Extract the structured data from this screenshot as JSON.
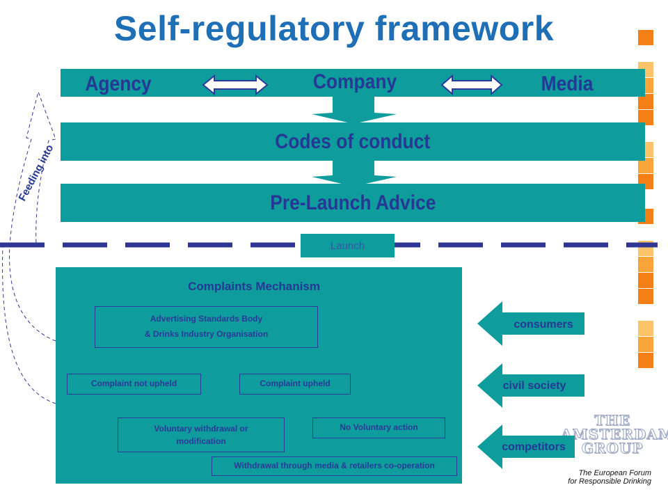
{
  "title": "Self-regulatory framework",
  "top_row": {
    "agency": "Agency",
    "company": "Company",
    "media": "Media"
  },
  "codes_of_conduct": "Codes of conduct",
  "pre_launch_advice": "Pre-Launch Advice",
  "launch": "Launch",
  "feeding_into": "Feeding into",
  "complaints": {
    "heading": "Complaints Mechanism",
    "body_line1": "Advertising Standards Body",
    "body_line2": "& Drinks Industry Organisation",
    "not_upheld": "Complaint not upheld",
    "upheld": "Complaint upheld",
    "voluntary_line1": "Voluntary withdrawal or",
    "voluntary_line2": "modification",
    "no_voluntary": "No Voluntary action",
    "withdrawal": "Withdrawal through media & retailers co-operation"
  },
  "stakeholders": [
    "consumers",
    "civil society",
    "competitors"
  ],
  "logo": {
    "line1": "THE",
    "line2": "AMSTERDAM",
    "line3": "GROUP"
  },
  "forum_line1": "The European Forum",
  "forum_line2": "for Responsible Drinking",
  "colors": {
    "teal": "#0e9c9c",
    "navy": "#253894",
    "title_blue": "#1f6fb6",
    "orange": "#f57f17",
    "light_orange": "#fbc46a"
  }
}
